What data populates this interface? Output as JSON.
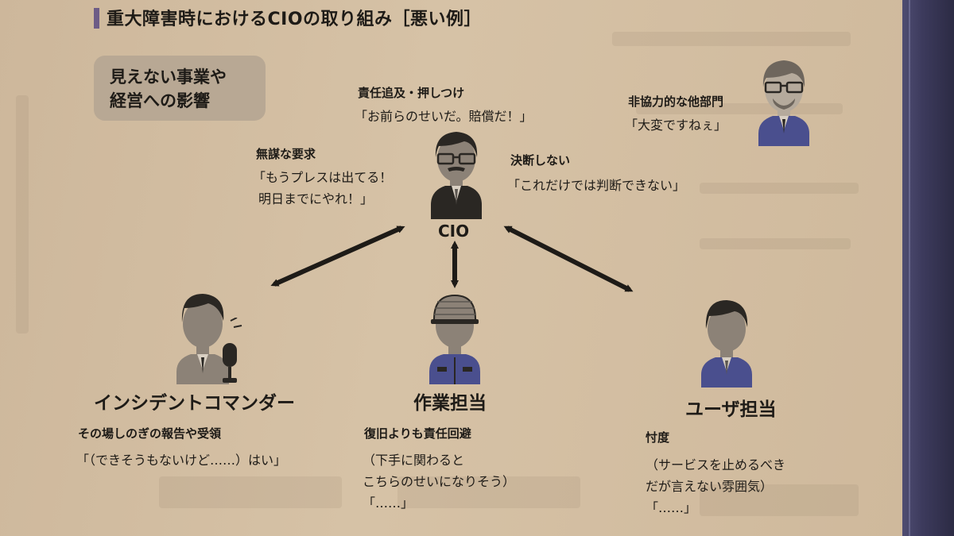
{
  "title": "重大障害時におけるCIOの取り組み［悪い例］",
  "impact_box": {
    "line1": "見えない事業や",
    "line2": "経営への影響"
  },
  "cio": {
    "label": "CIO",
    "blame": {
      "heading": "責任追及・押しつけ",
      "quote": "「お前らのせいだ。賠償だ！」"
    },
    "unreasonable": {
      "heading": "無謀な要求",
      "quote1": "「もうプレスは出てる！",
      "quote2": "明日までにやれ！」"
    },
    "indecisive": {
      "heading": "決断しない",
      "quote": "「これだけでは判断できない」"
    }
  },
  "other_dept": {
    "heading": "非協力的な他部門",
    "quote": "「大変ですねぇ」"
  },
  "incident_commander": {
    "role": "インシデントコマンダー",
    "heading": "その場しのぎの報告や受領",
    "quote": "「（できそうもないけど……）はい」"
  },
  "operations": {
    "role": "作業担当",
    "heading": "復旧よりも責任回避",
    "line1": "（下手に関わると",
    "line2": "こちらのせいになりそう）",
    "line3": "「……」"
  },
  "user_rep": {
    "role": "ユーザ担当",
    "heading": "忖度",
    "line1": "（サービスを止めるべき",
    "line2": "だが言えない雰囲気）",
    "line3": "「……」"
  },
  "colors": {
    "accent_bar": "#6d5c86",
    "uniform_blue": "#4a4f8e",
    "box_fill": "#b8a894"
  },
  "icons": [
    "cio-person-icon",
    "other-dept-person-icon",
    "commander-person-icon",
    "microphone-icon",
    "operations-person-icon",
    "user-rep-person-icon",
    "bidirectional-arrow-icon"
  ]
}
